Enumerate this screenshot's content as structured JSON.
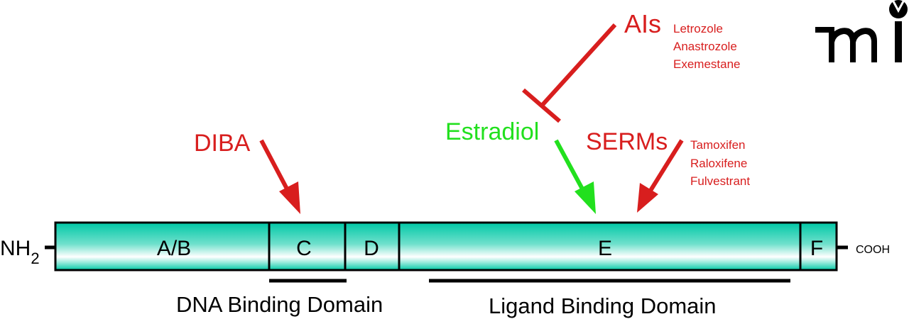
{
  "colors": {
    "red": "#d81e1e",
    "green": "#22e01e",
    "teal": "#00c8a6",
    "black": "#000000"
  },
  "logo": {
    "text": "mi"
  },
  "termini": {
    "n": "NH",
    "n_sub": "2",
    "c": "COOH"
  },
  "domains": [
    {
      "label": "A/B"
    },
    {
      "label": "C"
    },
    {
      "label": "D"
    },
    {
      "label": "E"
    },
    {
      "label": "F"
    }
  ],
  "regions": {
    "dna": "DNA Binding Domain",
    "ligand": "Ligand Binding Domain"
  },
  "agents": {
    "ais": {
      "label": "AIs",
      "drugs": [
        "Letrozole",
        "Anastrozole",
        "Exemestane"
      ]
    },
    "diba": {
      "label": "DIBA"
    },
    "estradiol": {
      "label": "Estradiol"
    },
    "serms": {
      "label": "SERMs",
      "drugs": [
        "Tamoxifen",
        "Raloxifene",
        "Fulvestrant"
      ]
    }
  }
}
